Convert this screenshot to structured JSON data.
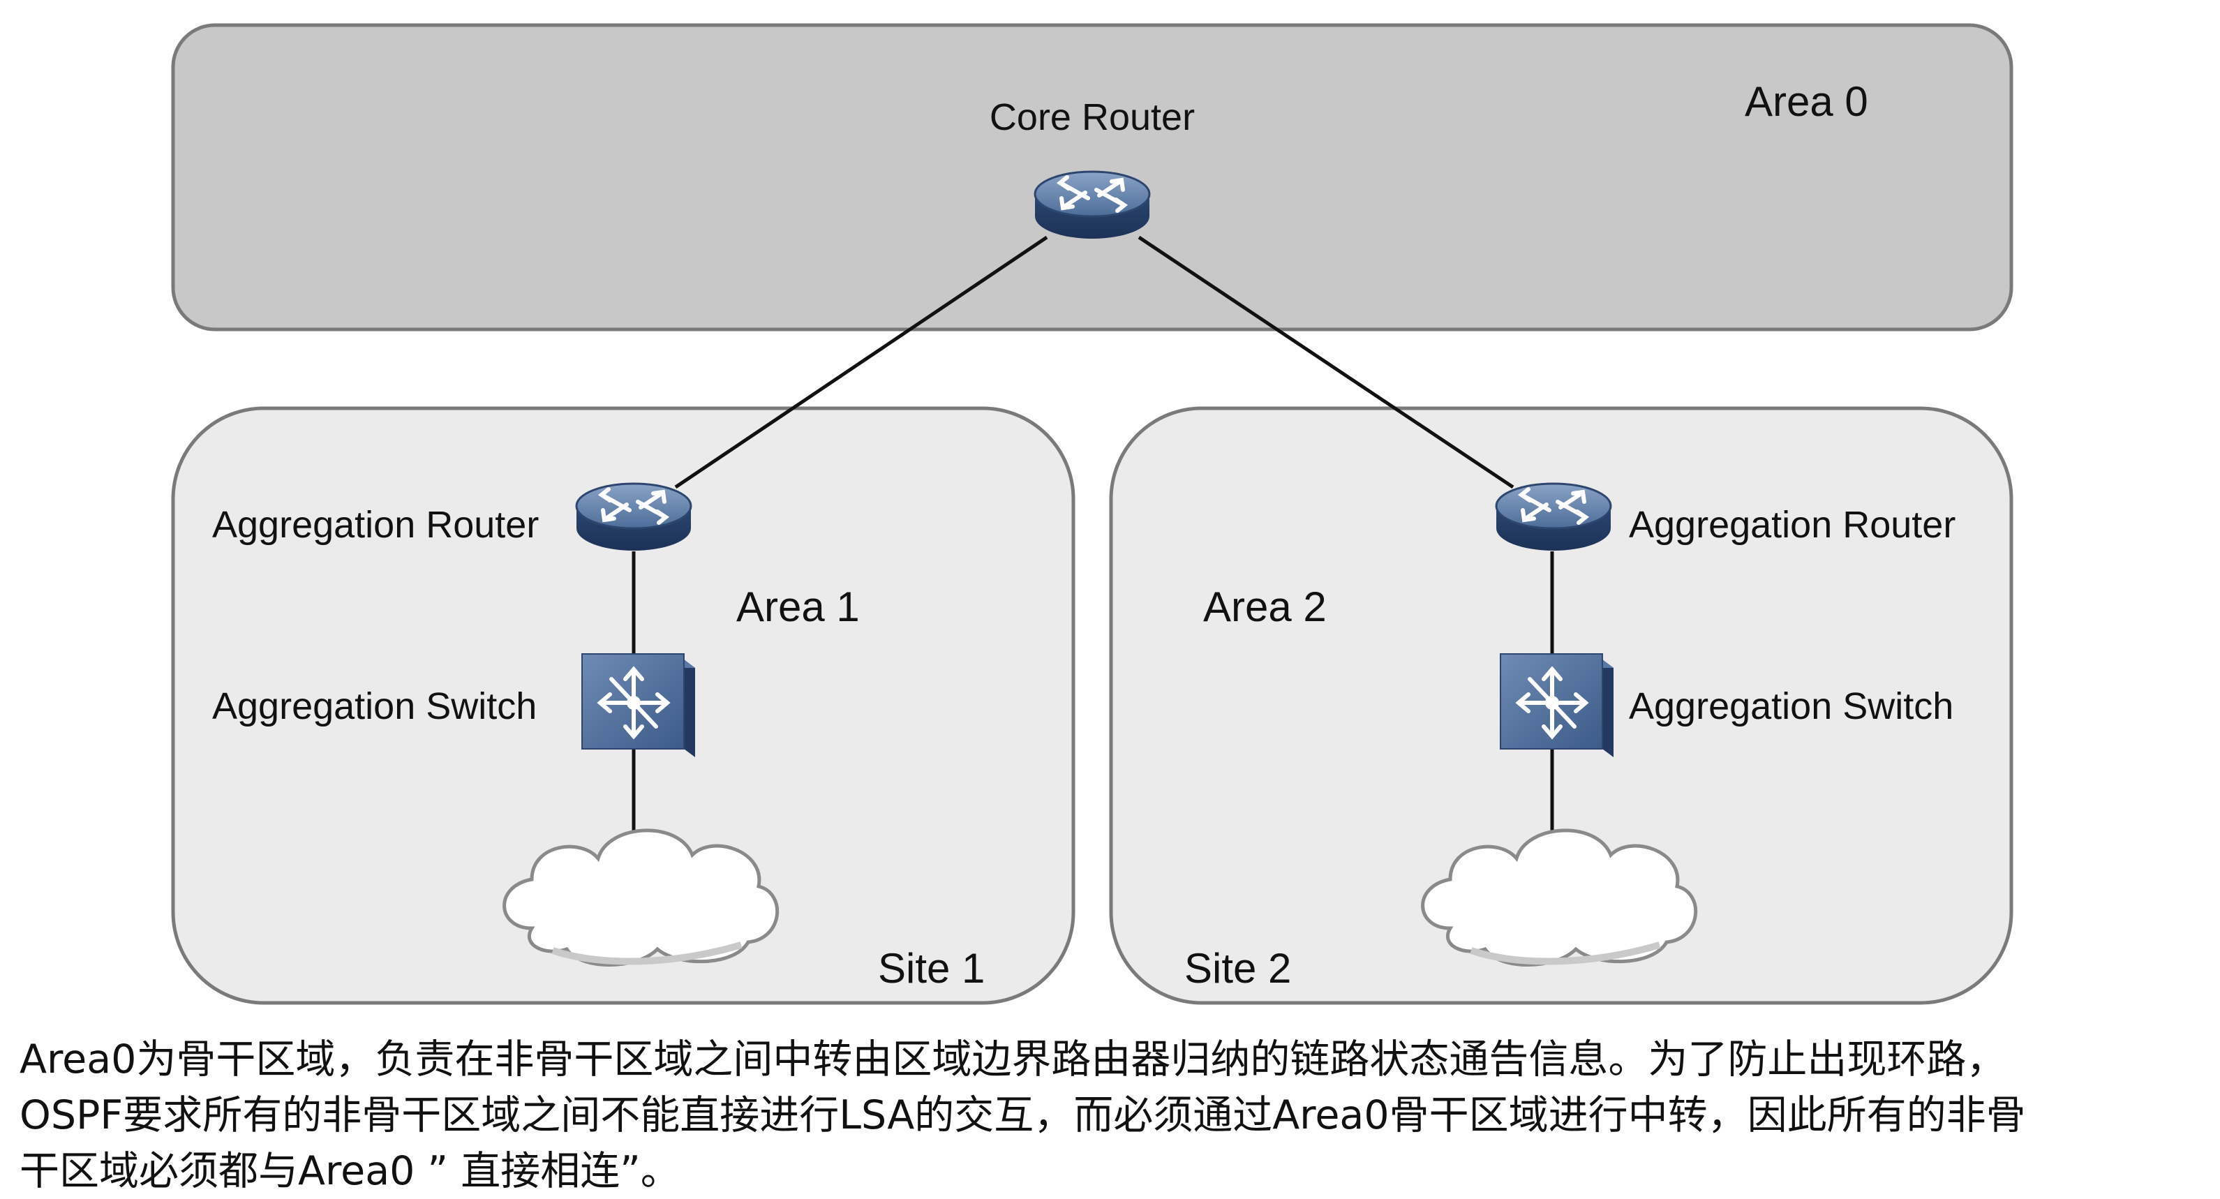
{
  "areas": {
    "area0": "Area 0",
    "area1": "Area 1",
    "area2": "Area 2"
  },
  "sites": {
    "site1": "Site 1",
    "site2": "Site 2"
  },
  "devices": {
    "core_router": "Core Router",
    "left_agg_router": "Aggregation Router",
    "left_agg_switch": "Aggregation Switch",
    "right_agg_router": "Aggregation Router",
    "right_agg_switch": "Aggregation Switch"
  },
  "icons": {
    "router": "router-icon",
    "switch": "switch-icon",
    "cloud": "cloud-icon"
  },
  "colors": {
    "backbone_fill": "#c8c8c8",
    "site_fill": "#ebebeb",
    "device_blue": "#3f5e8c"
  },
  "caption": {
    "line1": "Area0为骨干区域，负责在非骨干区域之间中转由区域边界路由器归纳的链路状态通告信息。为了防止出现环路，",
    "line2": "OSPF要求所有的非骨干区域之间不能直接进行LSA的交互，而必须通过Area0骨干区域进行中转，因此所有的非骨",
    "line3": "干区域必须都与Area0 ” 直接相连”。"
  }
}
